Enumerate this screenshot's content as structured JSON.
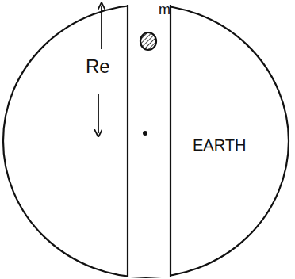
{
  "diagram": {
    "labels": [
      "m",
      "Re",
      "EARTH"
    ]
  }
}
